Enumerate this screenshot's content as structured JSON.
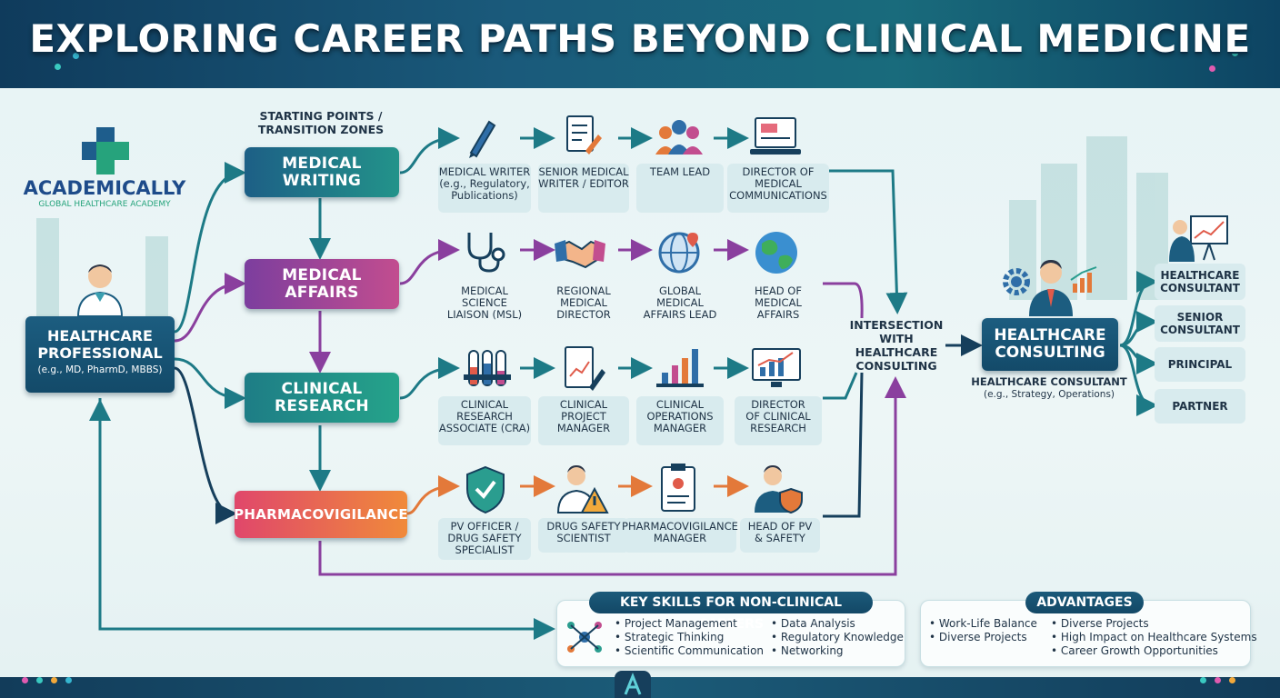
{
  "header": {
    "title": "EXPLORING CAREER PATHS BEYOND CLINICAL MEDICINE"
  },
  "logo": {
    "name": "ACADEMICALLY",
    "tagline": "GLOBAL HEALTHCARE ACADEMY"
  },
  "source": {
    "title": "HEALTHCARE\nPROFESSIONAL",
    "subtitle": "(e.g., MD, PharmD, MBBS)"
  },
  "transition_heading": "STARTING POINTS /\nTRANSITION ZONES",
  "tracks": [
    {
      "label": "MEDICAL\nWRITING",
      "color": "#1d7a86",
      "roles": [
        "MEDICAL WRITER\n(e.g., Regulatory,\nPublications)",
        "SENIOR MEDICAL\nWRITER / EDITOR",
        "TEAM LEAD",
        "DIRECTOR OF\nMEDICAL\nCOMMUNICATIONS"
      ]
    },
    {
      "label": "MEDICAL\nAFFAIRS",
      "color": "#8a3f9e",
      "roles": [
        "MEDICAL\nSCIENCE\nLIAISON (MSL)",
        "REGIONAL\nMEDICAL\nDIRECTOR",
        "GLOBAL\nMEDICAL\nAFFAIRS LEAD",
        "HEAD OF\nMEDICAL\nAFFAIRS"
      ]
    },
    {
      "label": "CLINICAL\nRESEARCH",
      "color": "#1f8a88",
      "roles": [
        "CLINICAL\nRESEARCH\nASSOCIATE (CRA)",
        "CLINICAL\nPROJECT\nMANAGER",
        "CLINICAL\nOPERATIONS\nMANAGER",
        "DIRECTOR\nOF CLINICAL\nRESEARCH"
      ]
    },
    {
      "label": "PHARMACOVIGILANCE",
      "color": "#e05b4a",
      "roles": [
        "PV OFFICER /\nDRUG SAFETY\nSPECIALIST",
        "DRUG SAFETY\nSCIENTIST",
        "PHARMACOVIGILANCE\nMANAGER",
        "HEAD OF PV\n& SAFETY"
      ]
    }
  ],
  "intersection": "INTERSECTION\nWITH\nHEALTHCARE\nCONSULTING",
  "consulting": {
    "title": "HEALTHCARE\nCONSULTING",
    "subtitle": "HEALTHCARE CONSULTANT",
    "note": "(e.g., Strategy, Operations)",
    "ladder": [
      "HEALTHCARE\nCONSULTANT",
      "SENIOR\nCONSULTANT",
      "PRINCIPAL",
      "PARTNER"
    ]
  },
  "skills": {
    "title": "KEY SKILLS FOR NON-CLINICAL CAREERS",
    "col1": [
      "• Project Management",
      "• Strategic Thinking",
      "• Scientific Communication"
    ],
    "col2": [
      "• Data Analysis",
      "• Regulatory Knowledge",
      "• Networking"
    ]
  },
  "advantages": {
    "title": "ADVANTAGES",
    "col1": [
      "• Work-Life Balance",
      "• Diverse Projects"
    ],
    "col2": [
      "• Diverse Projects",
      "• High Impact on Healthcare Systems",
      "• Career Growth Opportunities"
    ]
  },
  "colors": {
    "teal": "#1d7a86",
    "purple": "#8a3f9e",
    "navy": "#163f5c",
    "orange": "#e3793a"
  },
  "icons": [
    "pen-icon",
    "document-edit-icon",
    "team-icon",
    "laptop-icon",
    "stethoscope-icon",
    "handshake-icon",
    "globe-icon",
    "earth-icon",
    "test-tubes-icon",
    "report-chart-icon",
    "bar-chart-icon",
    "monitor-chart-icon",
    "shield-check-icon",
    "warning-scientist-icon",
    "clipboard-icon",
    "doctor-shield-icon",
    "doctor-avatar-icon",
    "consultant-avatar-icon",
    "presentation-icon",
    "network-icon"
  ]
}
